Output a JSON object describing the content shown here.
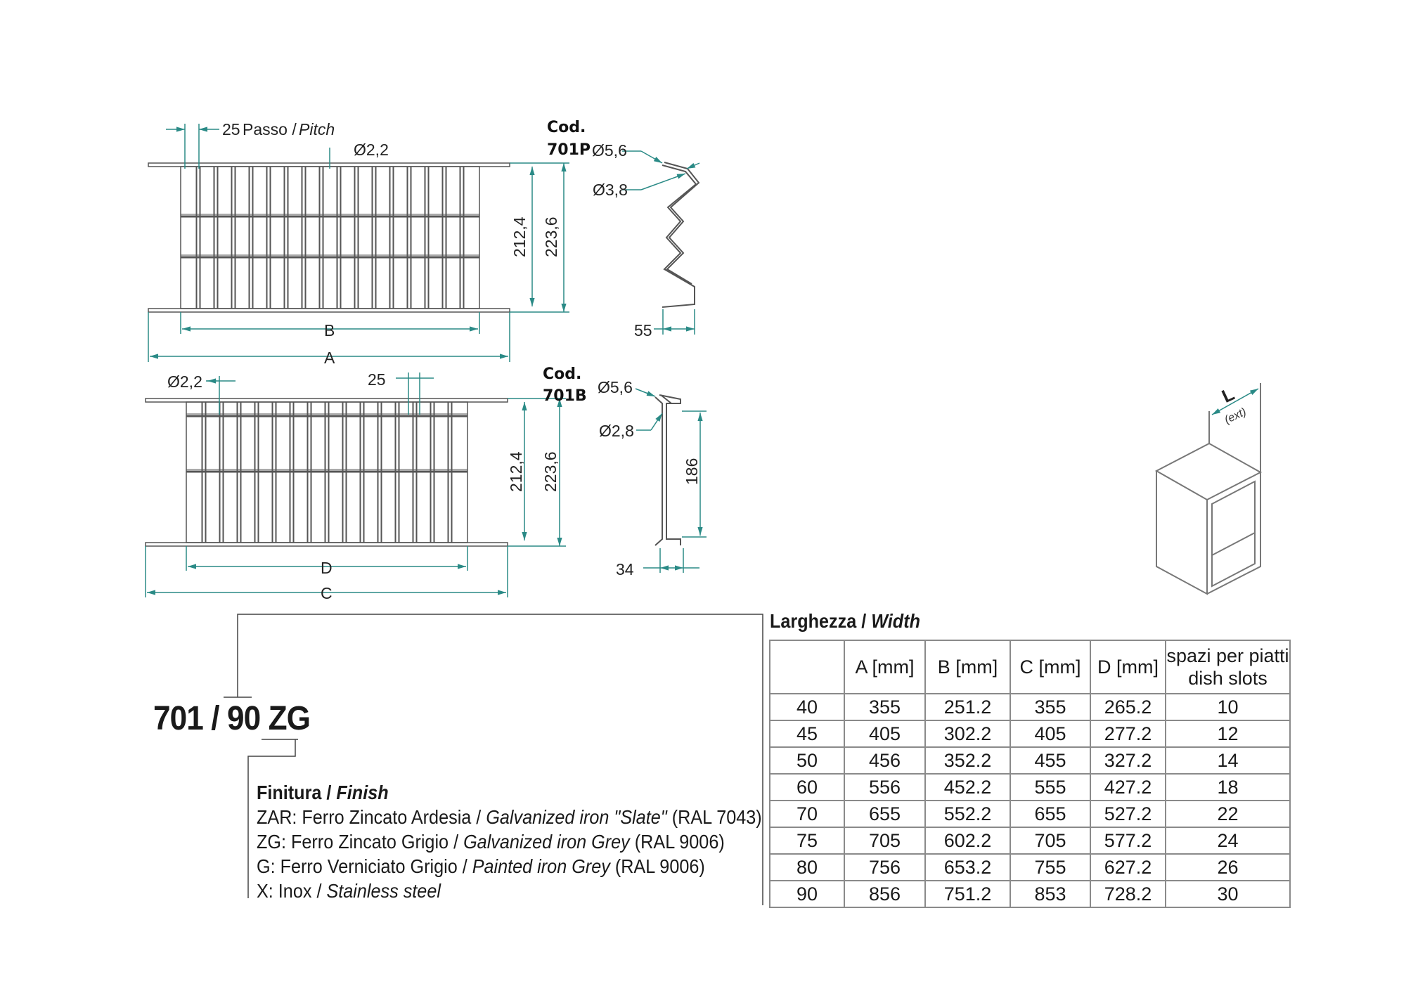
{
  "drawing_701P": {
    "code_label": "Cod.",
    "code": "701P",
    "pitch_value": "25",
    "pitch_label": "Passo /",
    "pitch_label_en": "Pitch",
    "wire_diameter": "Ø2,2",
    "inner_height": "212,4",
    "outer_height": "223,6",
    "label_B": "B",
    "label_A": "A",
    "profile_top_diameter": "Ø5,6",
    "profile_wire_diameter": "Ø3,8",
    "profile_depth": "55"
  },
  "drawing_701B": {
    "code_label": "Cod.",
    "code": "701B",
    "wire_diameter": "Ø2,2",
    "pitch_value": "25",
    "inner_height": "212,4",
    "outer_height": "223,6",
    "label_D": "D",
    "label_C": "C",
    "profile_top_diameter": "Ø5,6",
    "profile_wire_diameter": "Ø2,8",
    "profile_height": "186",
    "profile_depth": "34"
  },
  "cabinet_icon": {
    "label": "L",
    "sublabel": "(ext)"
  },
  "model_code": "701 / 90 ZG",
  "finish": {
    "heading": "Finitura /",
    "heading_en": "Finish",
    "options": [
      {
        "it": "ZAR: Ferro Zincato Ardesia /",
        "en": "Galvanized iron \"Slate\"",
        "ral": "(RAL 7043)"
      },
      {
        "it": "ZG: Ferro Zincato Grigio /",
        "en": "Galvanized iron Grey",
        "ral": "(RAL 9006)"
      },
      {
        "it": "G: Ferro Verniciato Grigio /",
        "en": "Painted iron Grey",
        "ral": "(RAL 9006)"
      },
      {
        "it": "X: Inox /",
        "en": "Stainless steel",
        "ral": ""
      }
    ]
  },
  "width_table": {
    "title": "Larghezza /",
    "title_en": "Width",
    "headers": [
      "",
      "A [mm]",
      "B [mm]",
      "C [mm]",
      "D [mm]",
      "spazi per piatti"
    ],
    "header_sub": "dish slots",
    "rows": [
      [
        "40",
        "355",
        "251.2",
        "355",
        "265.2",
        "10"
      ],
      [
        "45",
        "405",
        "302.2",
        "405",
        "277.2",
        "12"
      ],
      [
        "50",
        "456",
        "352.2",
        "455",
        "327.2",
        "14"
      ],
      [
        "60",
        "556",
        "452.2",
        "555",
        "427.2",
        "18"
      ],
      [
        "70",
        "655",
        "552.2",
        "655",
        "527.2",
        "22"
      ],
      [
        "75",
        "705",
        "602.2",
        "705",
        "577.2",
        "24"
      ],
      [
        "80",
        "756",
        "653.2",
        "755",
        "627.2",
        "26"
      ],
      [
        "90",
        "856",
        "751.2",
        "853",
        "728.2",
        "30"
      ]
    ]
  },
  "colors": {
    "dimension_line": "#2a8a86",
    "wire": "#555555",
    "table_border": "#8a8a8a"
  }
}
